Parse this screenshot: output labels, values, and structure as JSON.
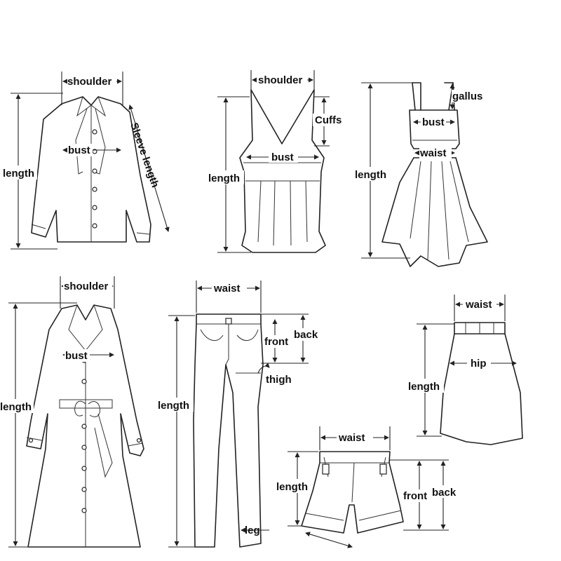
{
  "labels": {
    "shirt_shoulder": "shoulder",
    "shirt_bust": "bust",
    "shirt_length": "length",
    "shirt_sleeve": "Sleeve length",
    "vest_shoulder": "shoulder",
    "vest_cuffs": "Cuffs",
    "vest_bust": "bust",
    "vest_length": "length",
    "dress_gallus": "gallus",
    "dress_bust": "bust",
    "dress_waist": "waist",
    "dress_length": "length",
    "coat_shoulder": "shoulder",
    "coat_bust": "bust",
    "coat_length": "length",
    "pants_waist": "waist",
    "pants_front": "front",
    "pants_back": "back",
    "pants_thigh": "thigh",
    "pants_length": "length",
    "pants_leg": "leg",
    "skirt_waist": "waist",
    "skirt_hip": "hip",
    "skirt_length": "length",
    "shorts_waist": "waist",
    "shorts_length": "length",
    "shorts_front": "front",
    "shorts_back": "back"
  }
}
